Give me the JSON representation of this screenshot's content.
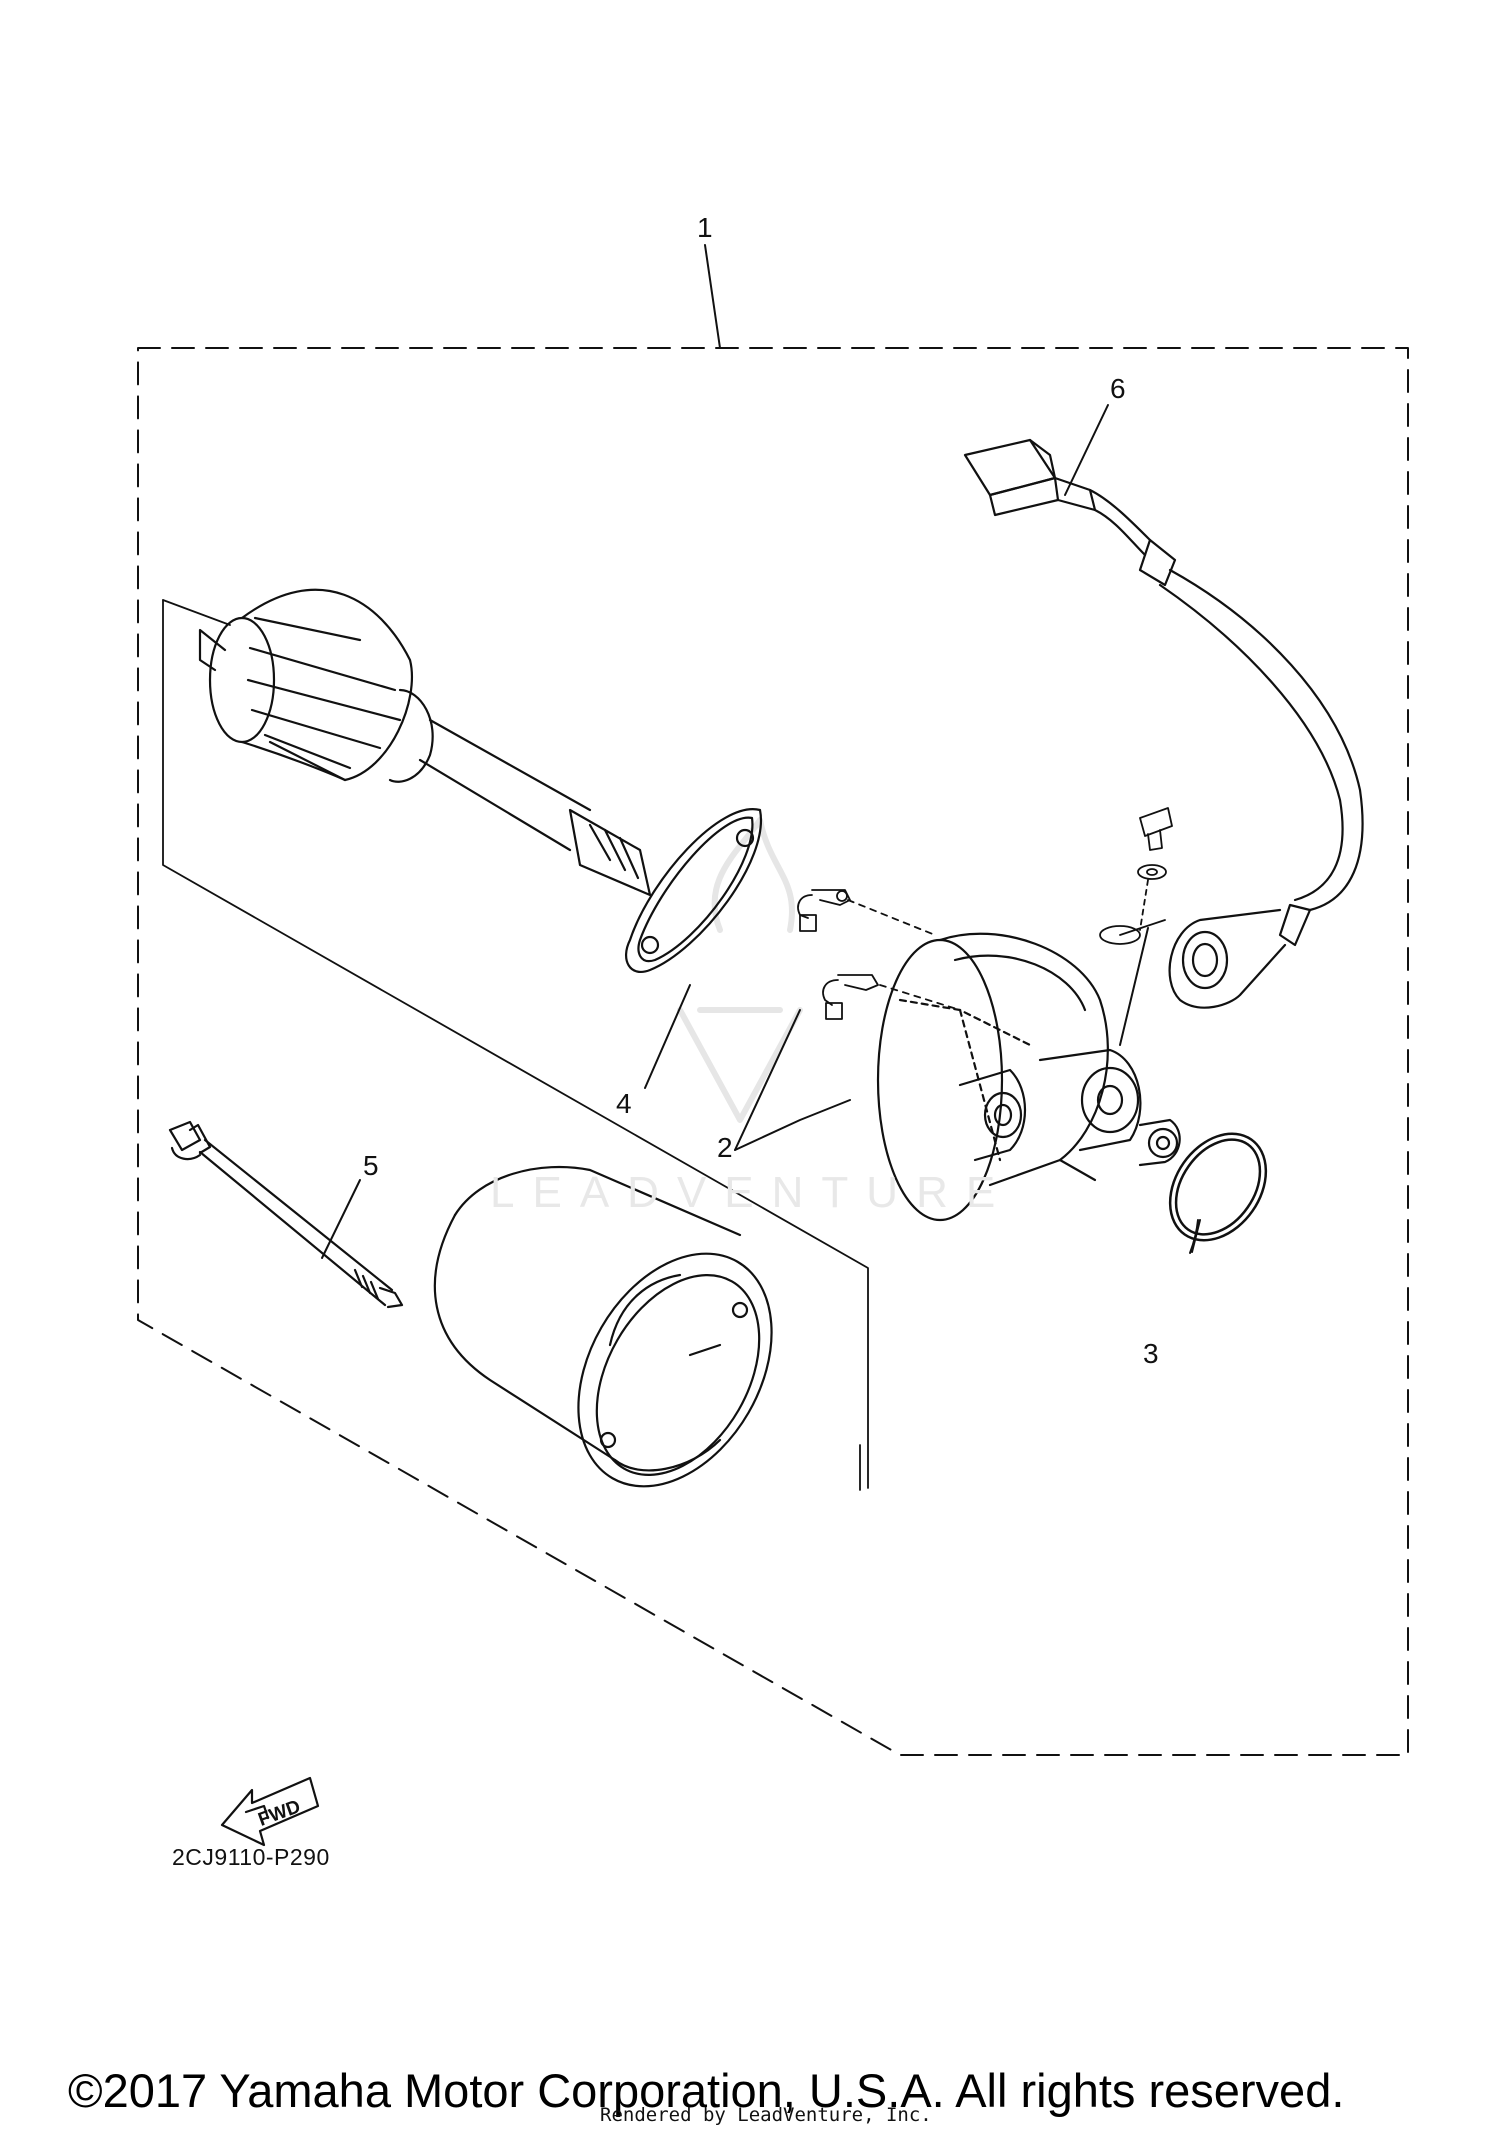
{
  "diagram": {
    "callouts": {
      "c1": "1",
      "c2": "2",
      "c3": "3",
      "c4": "4",
      "c5": "5",
      "c6": "6"
    },
    "fwd_label": "FWD",
    "diagram_code": "2CJ9110-P290",
    "watermark": "LEADVENTURE"
  },
  "footer": {
    "copyright": "©2017 Yamaha Motor Corporation, U.S.A. All rights reserved.",
    "rendered_by": "Rendered by LeadVenture, Inc."
  }
}
